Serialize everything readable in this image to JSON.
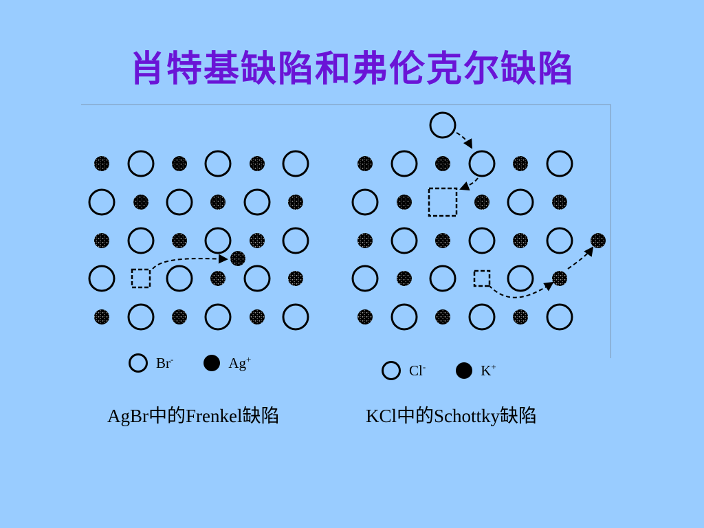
{
  "title": "肖特基缺陷和弗伦克尔缺陷",
  "frenkel": {
    "caption": "AgBr中的Frenkel缺陷",
    "legend": {
      "anion_symbol": "Br",
      "anion_charge": "-",
      "cation_symbol": "Ag",
      "cation_charge": "+"
    }
  },
  "schottky": {
    "caption": "KCl中的Schottky缺陷",
    "legend": {
      "anion_symbol": "Cl",
      "anion_charge": "-",
      "cation_symbol": "K",
      "cation_charge": "+"
    }
  },
  "colors": {
    "background": "#99ccff",
    "title": "#6a14d6",
    "ion": "#000000",
    "speckle": "#9a9a9a"
  },
  "icons": {
    "anion": "open-circle-icon",
    "cation": "filled-dot-icon",
    "vacancy": "dashed-square-icon"
  }
}
